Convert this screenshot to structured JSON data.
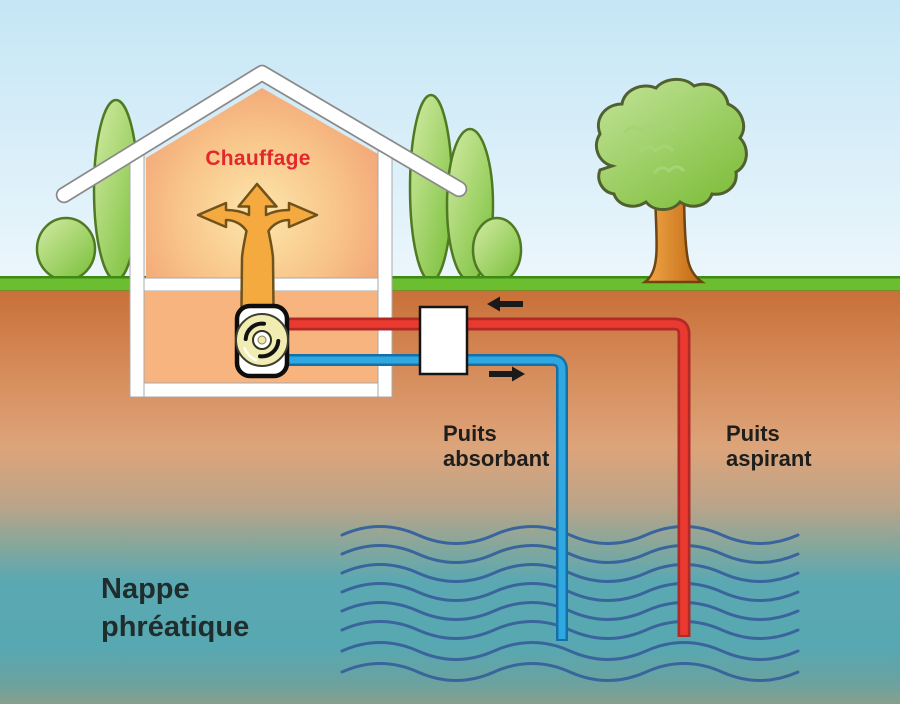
{
  "diagram": {
    "labels": {
      "heating": "Chauffage",
      "absorbing_well": "Puits\nabsorbant",
      "suction_well": "Puits\naspirant",
      "water_table": "Nappe\nphréatique"
    },
    "colors": {
      "hot_pipe": "#ea3a30",
      "hot_pipe_edge": "#b12a28",
      "cold_pipe": "#2fa7e0",
      "cold_pipe_edge": "#1570a9",
      "heating_text": "#e2282c",
      "heating_arrow": "#f5aa3f",
      "heating_arrow_outline": "#70521c",
      "flow_arrow": "#1a1a1a",
      "wave_line": "#3a659c",
      "water_table": "#57a9b4",
      "grass": "#6abe2f",
      "earth_top": "#c87038",
      "sky": "#c5e6f5",
      "house": "#ffffff",
      "room_glow": "#fde7ac",
      "room_edge": "#ef906a",
      "fan_disc": "#f0ecb2"
    },
    "icons": {
      "heat_pump_fan": "heat-pump-fan-icon",
      "heating_trident": "heating-trident-arrow-icon",
      "flow_in": "flow-in-arrow-icon",
      "flow_out": "flow-out-arrow-icon"
    }
  }
}
